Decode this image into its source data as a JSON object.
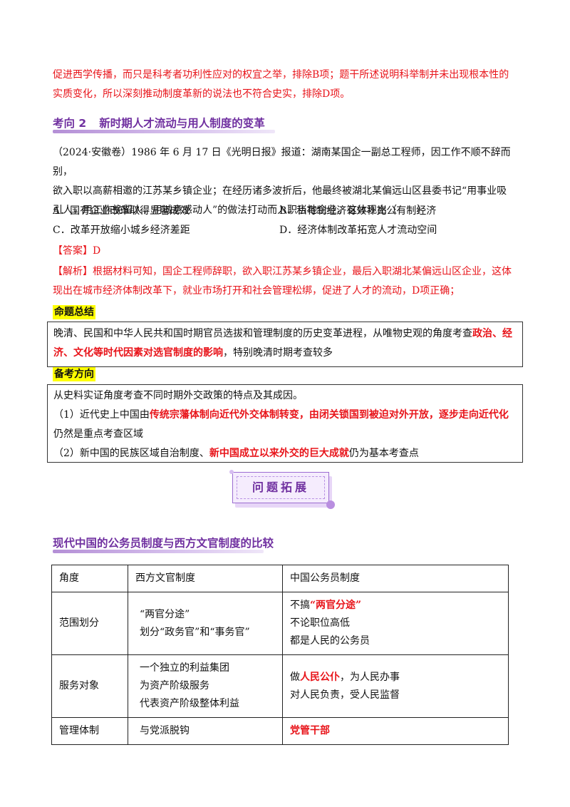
{
  "intro_paragraph": {
    "line1": "促进西学传播，而只是科考者功利性应对的权宜之举，排除B项；题干所述说明科举制并未出现根本性的",
    "line2": "实质变化，所以深刻推动制度革新的说法也不符合史实，排除D项。"
  },
  "section2": {
    "number": "考向 2",
    "title": "新时期人才流动与用人制度的变革"
  },
  "question": {
    "line1": "（2024·安徽卷）1986 年 6 月 17 日《光明日报》报道：湖南某国企一副总工程师，因工作不顺不辞而别，",
    "line2": "欲入职以高薪相邀的江苏某乡镇企业；在经历诸多波折后，他最终被湖北某偏远山区县委书记“用事业吸",
    "line3": "引人，用工作挽留人，用诚意感动人”的做法打动而入职当地企业。这体现出（　　）",
    "options": {
      "A": "A．国有企业改革取得显著成效",
      "B": "B．私有制经济有效补充公有制经济",
      "C": "C．改革开放缩小城乡经济差距",
      "D": "D．经济体制改革拓宽人才流动空间"
    }
  },
  "answer": {
    "label": "【答案】D"
  },
  "analysis": {
    "line1": "【解析】根据材料可知，国企工程师辞职，欲入职江苏某乡镇企业，最后入职湖北某偏远山区企业，这体",
    "line2": "现出在城市经济体制改革下，就业市场打开和社会管理松绑，促进了人才的流动，D项正确；"
  },
  "summary": {
    "label": "命题总结",
    "line1_pre": "晚清、民国和中华人民共和国时期官员选拔和管理制度的历史变革进程，从唯物史观的角度考查",
    "line1_red": "政治、经",
    "line2_red": "济、文化等时代因素对选官制度的影响",
    "line2_post": "，特别晚清时期考查较多"
  },
  "direction": {
    "label": "备考方向",
    "line1": "从史料实证角度考查不同时期外交政策的特点及其成因。",
    "item1_pre": "（1）近代史上中国由",
    "item1_red": "传统宗藩体制向近代外交体制转变，由闭关锁国到被迫对外开放，逐步走向近代化",
    "item1_cont": "仍然是重点考查区域",
    "item2_pre": "（2）新中国的民族区域自治制度、",
    "item2_red": "新中国成立以来外交的巨大成就",
    "item2_post": "仍为基本考查点"
  },
  "expansion_tag": "问题拓展",
  "comparison": {
    "title": "现代中国的公务员制度与西方文官制度的比较",
    "headers": [
      "角度",
      "西方文官制度",
      "中国公务员制度"
    ],
    "rows": [
      {
        "aspect": "范围划分",
        "west": [
          "“两官分途”",
          "划分“政务官”和“事务官”"
        ],
        "china_pre": "不搞",
        "china_red": "“两官分途”",
        "china_more": [
          "不论职位高低",
          "都是人民的公务员"
        ]
      },
      {
        "aspect": "服务对象",
        "west": [
          "一个独立的利益集团",
          "为资产阶级服务",
          "代表资产阶级整体利益"
        ],
        "china_pre": "做",
        "china_red": "人民公仆",
        "china_post": "，为人民办事",
        "china_more": [
          "对人民负责，受人民监督"
        ]
      },
      {
        "aspect": "管理体制",
        "west": [
          "与党派脱钩"
        ],
        "china_red": "党管干部"
      }
    ]
  },
  "colors": {
    "accent_purple": "#7030a0",
    "emphasis_red": "#e8141a",
    "highlight_yellow": "#ffff00"
  }
}
